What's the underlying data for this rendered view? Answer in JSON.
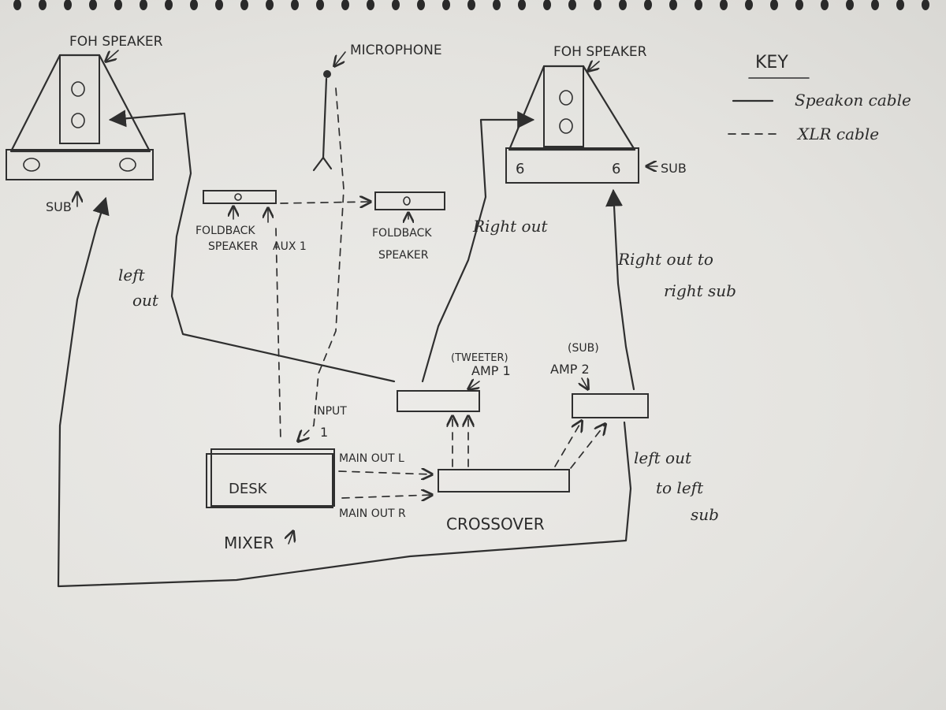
{
  "labels": {
    "foh_left": "FOH SPEAKER",
    "foh_right": "FOH SPEAKER",
    "microphone": "MICROPHONE",
    "key_title": "KEY",
    "key_solid": "Speakon cable",
    "key_dashed": "XLR cable",
    "sub_left": "SUB",
    "sub_right": "SUB",
    "foldback_left_1": "FOLDBACK",
    "foldback_left_2": "SPEAKER",
    "aux": "AUX 1",
    "foldback_right_1": "FOLDBACK",
    "foldback_right_2": "SPEAKER",
    "right_out": "Right out",
    "right_out_sub_1": "Right out to",
    "right_out_sub_2": "right sub",
    "left_out_1": "left",
    "left_out_2": "out",
    "amp1_top": "(TWEETER)",
    "amp1": "AMP 1",
    "amp2_top": "(SUB)",
    "amp2": "AMP 2",
    "input_1": "INPUT",
    "input_2": "1",
    "desk": "DESK",
    "mixer": "MIXER",
    "main_out_l": "MAIN OUT L",
    "main_out_r": "MAIN OUT R",
    "crossover": "CROSSOVER",
    "left_out_sub_1": "left out",
    "left_out_sub_2": "to left",
    "left_out_sub_3": "sub"
  }
}
